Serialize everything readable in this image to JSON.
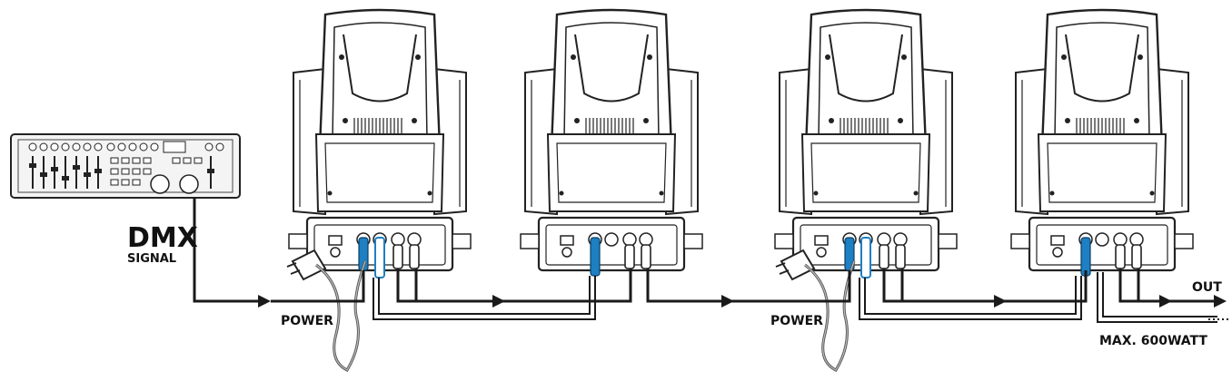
{
  "labels": {
    "dmx": "DMX",
    "signal": "SIGNAL",
    "power_left": "POWER",
    "power_right": "POWER",
    "out": "OUT",
    "max_watt": "MAX. 600WATT"
  },
  "colors": {
    "line": "#1a1a1a",
    "xlr_connector": "#1e7fc2",
    "background": "#ffffff"
  },
  "fixtures": [
    {
      "id": "fixture-1",
      "power_plug": true
    },
    {
      "id": "fixture-2",
      "power_plug": false
    },
    {
      "id": "fixture-3",
      "power_plug": true
    },
    {
      "id": "fixture-4",
      "power_plug": false
    }
  ]
}
